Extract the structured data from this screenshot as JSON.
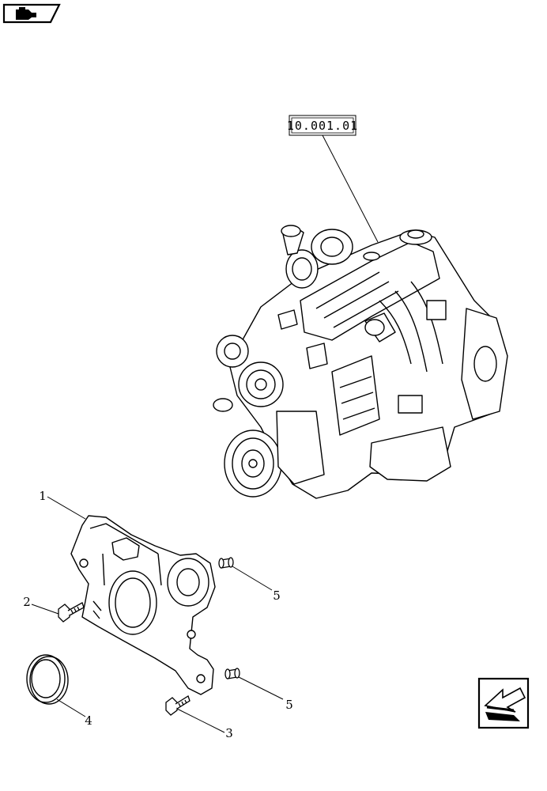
{
  "reference_label": "10.001.01",
  "callouts": {
    "c1": "1",
    "c2": "2",
    "c3": "3",
    "c4": "4",
    "c5a": "5",
    "c5b": "5"
  },
  "icons": {
    "top_left": "book-icon",
    "bottom_right": "previous-arrow-icon"
  }
}
